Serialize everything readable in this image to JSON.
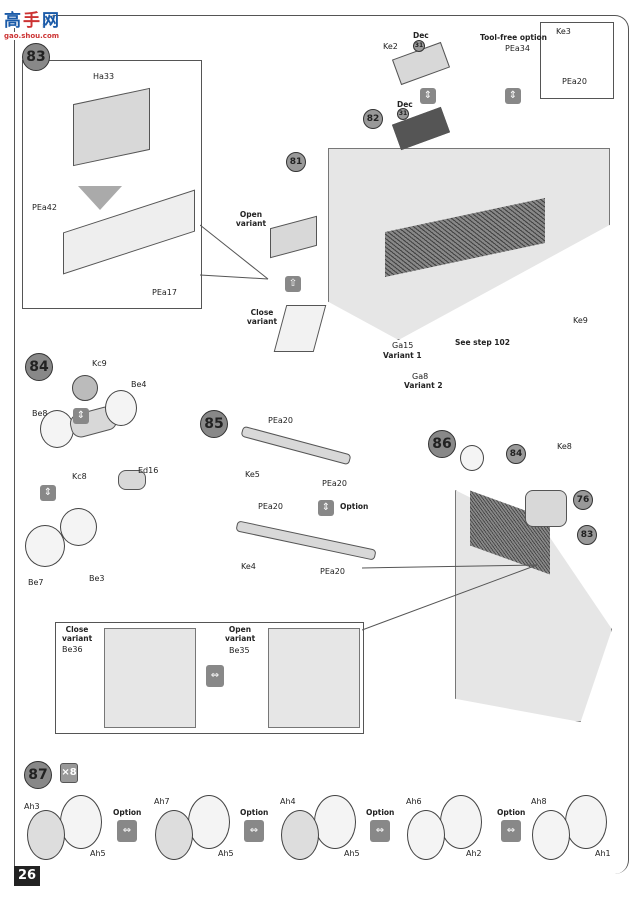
{
  "logo": {
    "chars": [
      "高",
      "手",
      "网"
    ],
    "url_text": "gao.shou.com"
  },
  "page_number": "26",
  "steps": {
    "s83": "83",
    "s84": "84",
    "s85": "85",
    "s86": "86",
    "s87": "87",
    "s81": "81",
    "s82": "82",
    "s84b": "84",
    "s76": "76",
    "s83b": "83",
    "multiplier": "×8"
  },
  "labels": {
    "ha33": "Ha33",
    "pea42": "PEa42",
    "pea17": "PEa17",
    "ke2": "Ke2",
    "dec1": "Dec",
    "dec1n": "31",
    "dec2": "Dec",
    "dec2n": "31",
    "toolfree": "Tool-free option",
    "pea34": "PEa34",
    "ke3": "Ke3",
    "pea20a": "PEa20",
    "open_variant": "Open variant",
    "close_variant": "Close variant",
    "ga15": "Ga15",
    "variant1": "Variant 1",
    "see_step": "See step 102",
    "ga8": "Ga8",
    "variant2": "Variant 2",
    "ke9": "Ke9",
    "kc9": "Kc9",
    "be4": "Be4",
    "be8": "Be8",
    "kc8": "Kc8",
    "ed16": "Ed16",
    "be7": "Be7",
    "be3": "Be3",
    "pea20b": "PEa20",
    "ke5": "Ke5",
    "pea20c": "PEa20",
    "option85": "Option",
    "pea20d": "PEa20",
    "ke4": "Ke4",
    "pea20e": "PEa20",
    "ke8": "Ke8",
    "close_variant2": "Close variant",
    "be36": "Be36",
    "open_variant2": "Open variant",
    "be35": "Be35"
  },
  "wheels": [
    {
      "left": "Ah3",
      "right": "Ah5"
    },
    {
      "left": "Ah7",
      "right": "Ah5"
    },
    {
      "left": "Ah4",
      "right": "Ah5"
    },
    {
      "left": "Ah6",
      "right": "Ah2"
    },
    {
      "left": "Ah8",
      "right": "Ah1"
    }
  ],
  "option_label": "Option",
  "colors": {
    "step_circle": "#888888",
    "line": "#555555",
    "page_badge": "#222222"
  }
}
